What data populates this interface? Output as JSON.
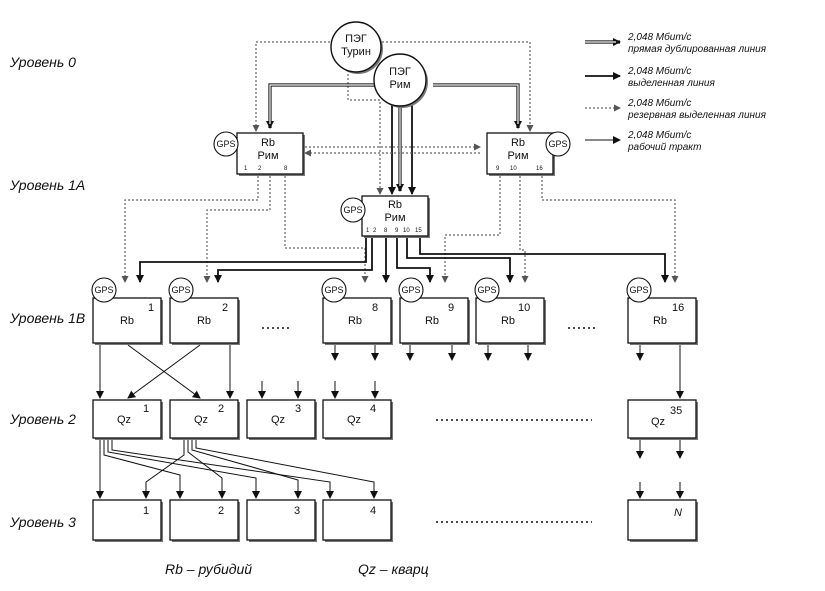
{
  "levels": [
    "Уровень 0",
    "Уровень 1A",
    "Уровень 1B",
    "Уровень 2",
    "Уровень 3"
  ],
  "peg_turin": [
    "ПЭГ",
    "Турин"
  ],
  "peg_rome": [
    "ПЭГ",
    "Рим"
  ],
  "rb_rome_left": {
    "line1": "Rb",
    "line2": "Рим",
    "ports": [
      "1",
      "2",
      "8"
    ]
  },
  "rb_rome_center": {
    "line1": "Rb",
    "line2": "Рим",
    "ports": [
      "1",
      "2",
      "8",
      "9",
      "10",
      "15"
    ]
  },
  "rb_rome_right": {
    "line1": "Rb",
    "line2": "Рим",
    "ports": [
      "9",
      "10",
      "16"
    ]
  },
  "gps": "GPS",
  "level1b": [
    {
      "label": "Rb",
      "num": "1"
    },
    {
      "label": "Rb",
      "num": "2"
    },
    {
      "label": "Rb",
      "num": "8"
    },
    {
      "label": "Rb",
      "num": "9"
    },
    {
      "label": "Rb",
      "num": "10"
    },
    {
      "label": "Rb",
      "num": "16"
    }
  ],
  "level2": [
    {
      "label": "Qz",
      "num": "1"
    },
    {
      "label": "Qz",
      "num": "2"
    },
    {
      "label": "Qz",
      "num": "3"
    },
    {
      "label": "Qz",
      "num": "4"
    },
    {
      "label": "Qz",
      "num": "35"
    }
  ],
  "level3": [
    "1",
    "2",
    "3",
    "4",
    "N"
  ],
  "legend": [
    {
      "rate": "2,048 Мбит/с",
      "desc": "прямая дублированная линия",
      "style": "double"
    },
    {
      "rate": "2,048 Мбит/с",
      "desc": "выделенная линия",
      "style": "dedicated"
    },
    {
      "rate": "2,048 Мбит/с",
      "desc": "резервная выделенная линия",
      "style": "reserve"
    },
    {
      "rate": "2,048 Мбит/с",
      "desc": "рабочий тракт",
      "style": "working"
    }
  ],
  "footnotes": [
    "Rb – рубидий",
    "Qz – кварц"
  ],
  "colors": {
    "ink": "#111111",
    "reserve": "#666666",
    "background": "#ffffff"
  }
}
